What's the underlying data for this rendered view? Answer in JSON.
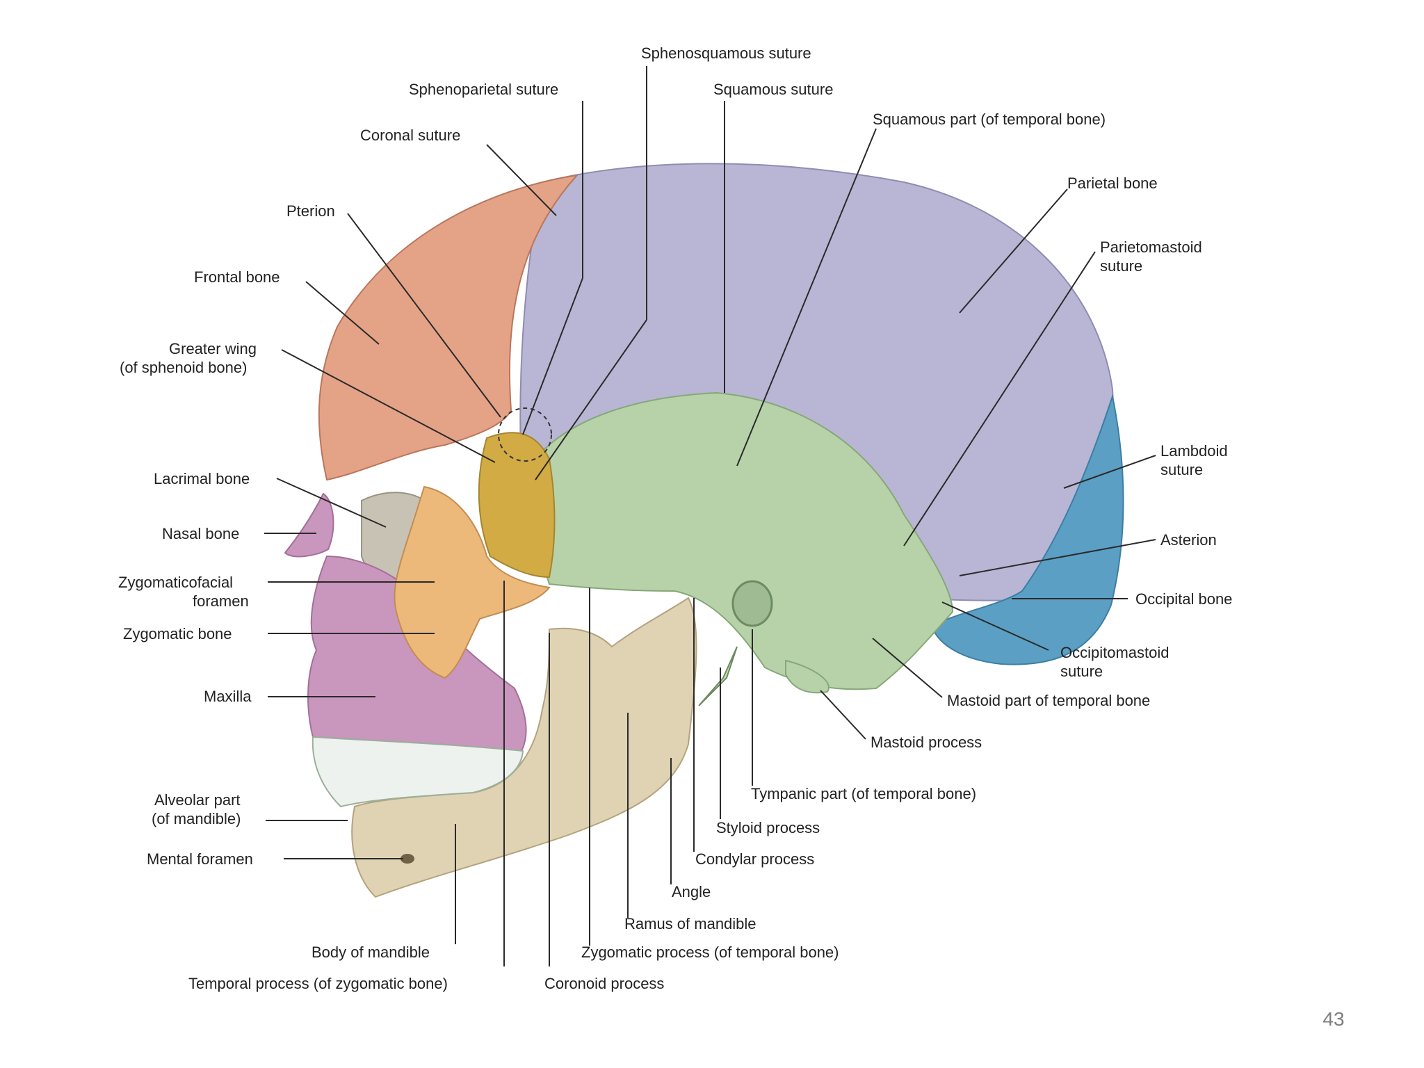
{
  "slide": {
    "page_number": "43"
  },
  "diagram": {
    "colors": {
      "frontal": "#e4a387",
      "parietal": "#b8b6d4",
      "temporal": "#b7d2a9",
      "occipital": "#5c9fc4",
      "sphenoid": "#d2ab45",
      "zygomatic": "#ecb97b",
      "maxilla_nasal": "#c996bd",
      "mandible": "#dfd3b3",
      "teeth": "#eef2ee",
      "lacrimal": "#c8c2b5"
    },
    "labels": {
      "sphenosquamous_suture": "Sphenosquamous suture",
      "sphenoparietal_suture": "Sphenoparietal suture",
      "squamous_suture": "Squamous suture",
      "squamous_part_temporal": "Squamous part (of temporal bone)",
      "coronal_suture": "Coronal suture",
      "parietal_bone": "Parietal bone",
      "pterion": "Pterion",
      "parietomastoid_suture_1": "Parietomastoid",
      "parietomastoid_suture_2": "suture",
      "frontal_bone": "Frontal bone",
      "greater_wing_1": "Greater wing",
      "greater_wing_2": "(of sphenoid bone)",
      "lambdoid_suture_1": "Lambdoid",
      "lambdoid_suture_2": "suture",
      "lacrimal_bone": "Lacrimal bone",
      "nasal_bone": "Nasal bone",
      "asterion": "Asterion",
      "zygomaticofacial_1": "Zygomaticofacial",
      "zygomaticofacial_2": "foramen",
      "occipital_bone": "Occipital bone",
      "zygomatic_bone": "Zygomatic bone",
      "occipitomastoid_1": "Occipitomastoid",
      "occipitomastoid_2": "suture",
      "maxilla": "Maxilla",
      "mastoid_part": "Mastoid part of temporal bone",
      "mastoid_process": "Mastoid process",
      "tympanic_part": "Tympanic part (of temporal bone)",
      "alveolar_part_1": "Alveolar part",
      "alveolar_part_2": "(of mandible)",
      "styloid_process": "Styloid process",
      "mental_foramen": "Mental foramen",
      "condylar_process": "Condylar process",
      "angle": "Angle",
      "ramus_of_mandible": "Ramus of mandible",
      "body_of_mandible": "Body of mandible",
      "zygomatic_process": "Zygomatic process (of temporal bone)",
      "temporal_process": "Temporal process (of zygomatic bone)",
      "coronoid_process": "Coronoid process"
    }
  }
}
